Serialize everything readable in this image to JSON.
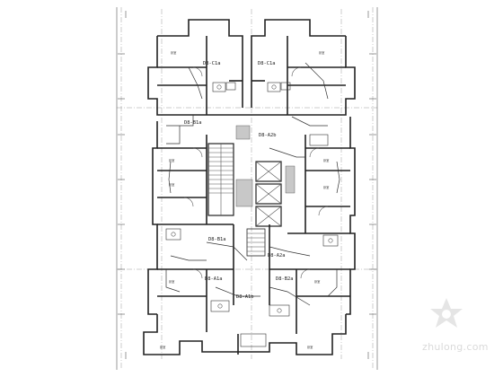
{
  "drawing": {
    "unit_labels": [
      {
        "id": "c1a-left",
        "text": "D8-C1a"
      },
      {
        "id": "c1a-right",
        "text": "D8-C1a"
      },
      {
        "id": "a2b",
        "text": "D8-A2b"
      },
      {
        "id": "b1a-upper",
        "text": "D8-B1a"
      },
      {
        "id": "b1a-lower",
        "text": "D8-B1a"
      },
      {
        "id": "a2a",
        "text": "D8-A2a"
      },
      {
        "id": "a1a",
        "text": "D8-A1a"
      },
      {
        "id": "a1b",
        "text": "D8-A1b"
      },
      {
        "id": "b2a",
        "text": "D8-B2a"
      }
    ],
    "room_label": "卧室"
  },
  "watermark": {
    "text": "zhulong.com"
  }
}
